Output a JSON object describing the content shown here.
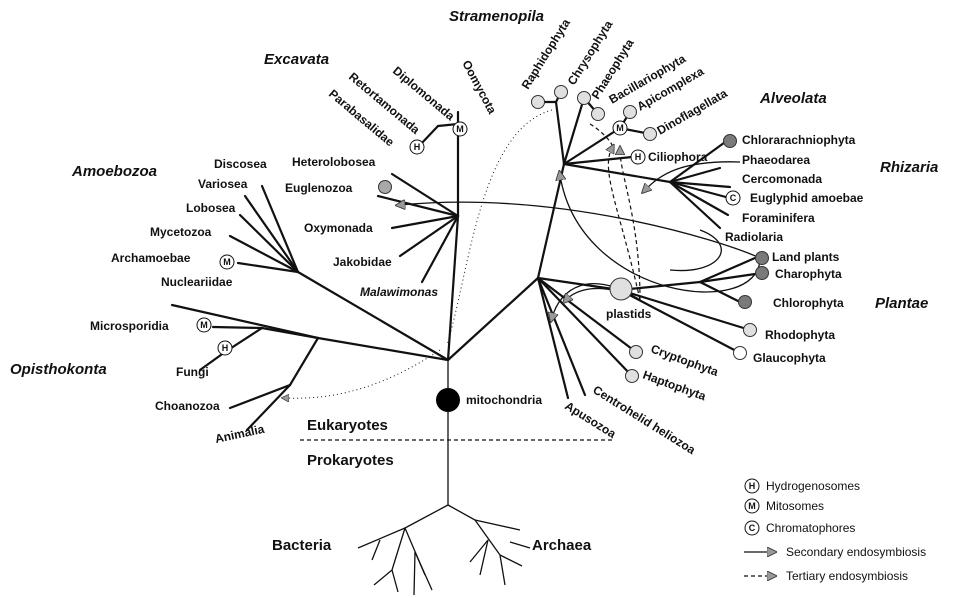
{
  "supergroups": {
    "stramenopila": "Stramenopila",
    "excavata": "Excavata",
    "alveolata": "Alveolata",
    "rhizaria": "Rhizaria",
    "amoebozoa": "Amoebozoa",
    "plantae": "Plantae",
    "opisthokonta": "Opisthokonta"
  },
  "taxa": {
    "oomycota": "Oomycota",
    "raphidophyta": "Raphidophyta",
    "chrysophyta": "Chrysophyta",
    "phaeophyta": "Phaeophyta",
    "bacillariophyta": "Bacillariophyta",
    "apicomplexa": "Apicomplexa",
    "dinoflagellata": "Dinoflagellata",
    "ciliophora": "Ciliophora",
    "diplomonada": "Diplomonada",
    "retortamonada": "Retortamonada",
    "parabasalidae": "Parabasalidae",
    "heterolobosea": "Heterolobosea",
    "euglenozoa": "Euglenozoa",
    "oxymonada": "Oxymonada",
    "jakobidae": "Jakobidae",
    "malawimonas": "Malawimonas",
    "chlorarachniophyta": "Chlorarachniophyta",
    "phaeodarea": "Phaeodarea",
    "cercomonada": "Cercomonada",
    "euglyphid": "Euglyphid amoebae",
    "foraminifera": "Foraminifera",
    "radiolaria": "Radiolaria",
    "discosea": "Discosea",
    "variosea": "Variosea",
    "lobosea": "Lobosea",
    "mycetozoa": "Mycetozoa",
    "archamoebae": "Archamoebae",
    "nucleariidae": "Nucleariidae",
    "microsporidia": "Microsporidia",
    "fungi": "Fungi",
    "choanozoa": "Choanozoa",
    "animalia": "Animalia",
    "land_plants": "Land plants",
    "charophyta": "Charophyta",
    "chlorophyta": "Chlorophyta",
    "rhodophyta": "Rhodophyta",
    "glaucophyta": "Glaucophyta",
    "cryptophyta": "Cryptophyta",
    "haptophyta": "Haptophyta",
    "centrohelid": "Centrohelid heliozoa",
    "apusozoa": "Apusozoa"
  },
  "events": {
    "mitochondria": "mitochondria",
    "plastids": "plastids"
  },
  "divider": {
    "eukaryotes": "Eukaryotes",
    "prokaryotes": "Prokaryotes"
  },
  "roots": {
    "bacteria": "Bacteria",
    "archaea": "Archaea"
  },
  "symbols": {
    "h": "H",
    "m": "M",
    "c": "C"
  },
  "legend": {
    "hydrogenosomes": "Hydrogenosomes",
    "mitosomes": "Mitosomes",
    "chromatophores": "Chromatophores",
    "secondary": "Secondary endosymbiosis",
    "tertiary": "Tertiary endosymbiosis"
  }
}
